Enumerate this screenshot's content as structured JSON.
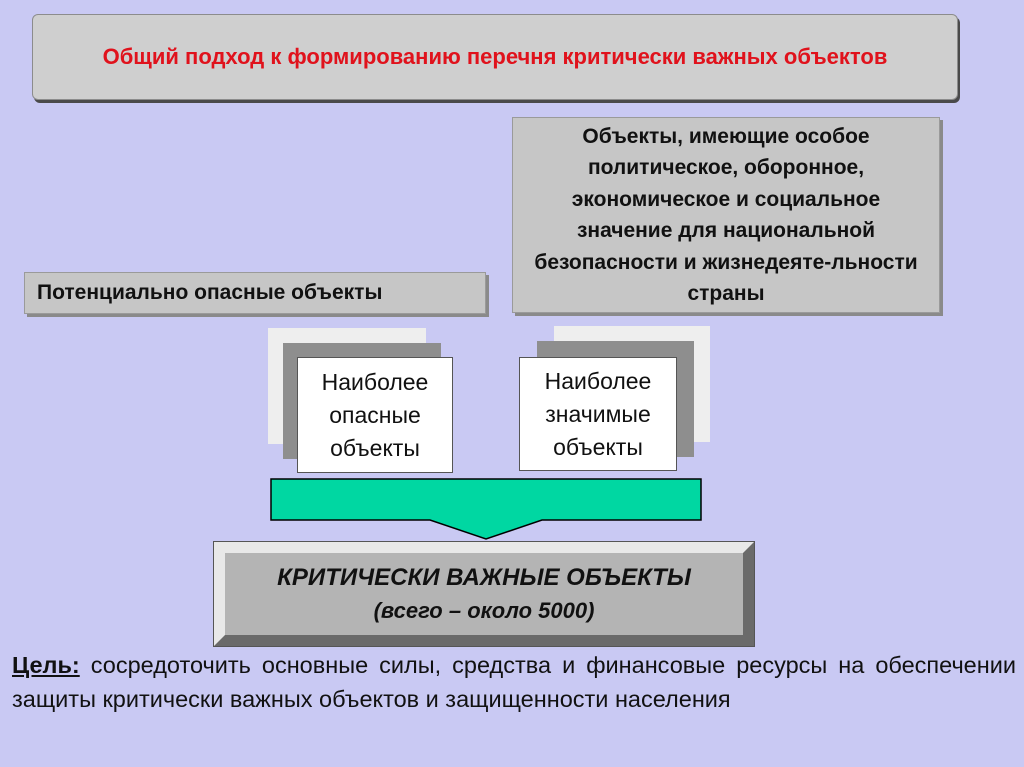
{
  "title": "Общий подход к формированию перечня критически важных объектов",
  "strategic_box": {
    "text": "Объекты, имеющие особое политическое, оборонное, экономическое и социальное значение для национальной безопасности и жизнедеяте-льности страны"
  },
  "hazard_box": {
    "text": "Потенциально опасные объекты"
  },
  "cards": {
    "most_dangerous": "Наиболее опасные объекты",
    "most_significant": "Наиболее значимые объекты"
  },
  "critical_box": {
    "title": "КРИТИЧЕСКИ ВАЖНЫЕ ОБЪЕКТЫ",
    "subtitle": "(всего – около 5000)"
  },
  "goal": {
    "label": "Цель:",
    "text": " сосредоточить основные силы, средства и финансовые ресурсы на обеспечении защиты критически важных объектов и защищенности населения"
  },
  "colors": {
    "background": "#c9c9f3",
    "title_text": "#e0121c",
    "arrow_fill": "#00d7a2"
  }
}
